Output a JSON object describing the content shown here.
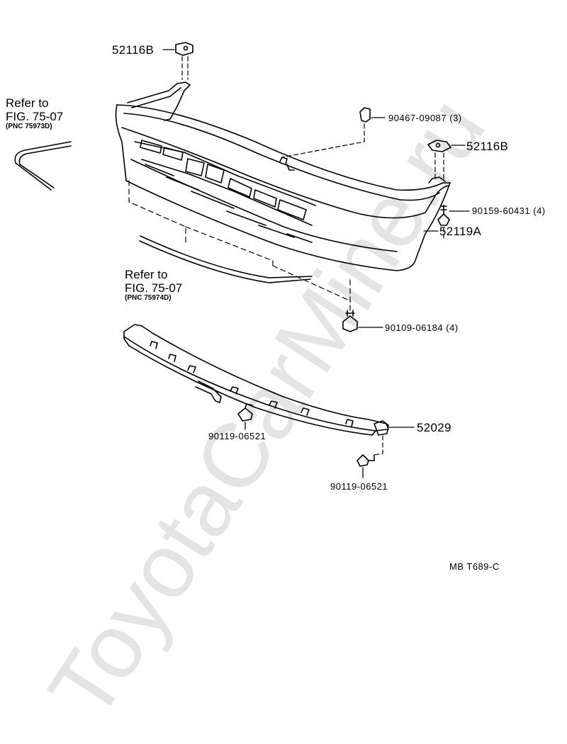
{
  "watermark": "ToyotaCarMine.ru",
  "parts": {
    "retainer_top_left": "52116B",
    "clip": "90467-09087 (3)",
    "retainer_top_right": "52116B",
    "screw_side": "90159-60431 (4)",
    "bumper_cover": "52119A",
    "bolt_bottom": "90109-06184 (4)",
    "reinforcement": "52029",
    "bolt_reinf_left": "90119-06521",
    "bolt_reinf_right": "90119-06521"
  },
  "refs": {
    "left": {
      "line1": "Refer to",
      "line2": "FIG. 75-07",
      "pnc": "(PNC 75973D)"
    },
    "bottom": {
      "line1": "Refer to",
      "line2": "FIG. 75-07",
      "pnc": "(PNC 75974D)"
    }
  },
  "figure_code": "MB  T689-C"
}
